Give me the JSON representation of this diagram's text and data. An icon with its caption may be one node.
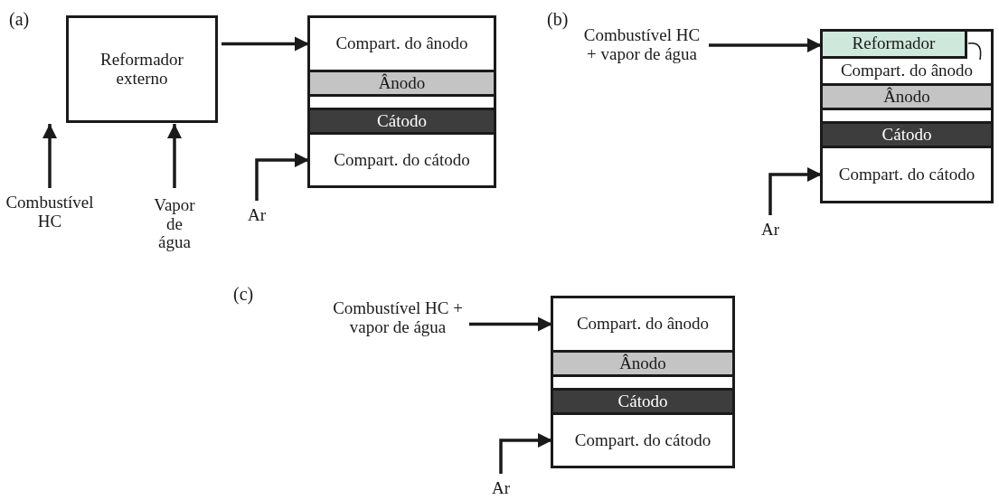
{
  "diagram": {
    "nodes": [
      {
        "text": [
          "Reformador externo"
        ]
      },
      {
        "text": [],
        "shape": "box"
      },
      {
        "text": [
          "Compart. do ânodo"
        ],
        "in": 1
      },
      {
        "text": [
          "Ânodo"
        ],
        "in": 1
      },
      {
        "text": [
          "Cátodo"
        ],
        "in": 1
      },
      {
        "text": [
          "Compart. do cátodo"
        ],
        "in": 1
      },
      {
        "text": [
          "Combustível HC"
        ]
      },
      {
        "text": [
          "Vapor de água"
        ]
      },
      {
        "text": [
          "Ar"
        ]
      },
      {
        "text": [
          "Combustível HC + vapor de água"
        ]
      },
      {
        "text": [],
        "shape": "box"
      },
      {
        "text": [
          "Reformador"
        ],
        "in": 10
      },
      {
        "text": [
          "Compart. do ânodo"
        ],
        "in": 10
      },
      {
        "text": [
          "Ânodo"
        ],
        "in": 10
      },
      {
        "text": [
          "Cátodo"
        ],
        "in": 10
      },
      {
        "text": [
          "Compart. do cátodo"
        ],
        "in": 10
      },
      {
        "text": [
          "Ar"
        ]
      },
      {
        "text": [
          "Combustível HC + vapor de água"
        ]
      },
      {
        "text": [],
        "shape": "box"
      },
      {
        "text": [
          "Compart. do ânodo"
        ],
        "in": 18
      },
      {
        "text": [
          "Ânodo"
        ],
        "in": 18
      },
      {
        "text": [
          "Cátodo"
        ],
        "in": 18
      },
      {
        "text": [
          "Compart. do cátodo"
        ],
        "in": 18
      },
      {
        "text": [
          "Ar"
        ]
      }
    ],
    "edges": [
      {
        "from": 6,
        "to": 0,
        "arrow": "to"
      },
      {
        "from": 7,
        "to": 0,
        "arrow": "to"
      },
      {
        "from": 0,
        "to": 2,
        "arrow": "to"
      },
      {
        "from": 8,
        "to": 5,
        "arrow": "to"
      },
      {
        "from": 9,
        "to": 11,
        "arrow": "to"
      },
      {
        "from": 11,
        "to": 12,
        "arrow": "none"
      },
      {
        "from": 16,
        "to": 15,
        "arrow": "to"
      },
      {
        "from": 17,
        "to": 19,
        "arrow": "to"
      },
      {
        "from": 23,
        "to": 22,
        "arrow": "to"
      }
    ],
    "labels": [
      "(a)",
      "(b)",
      "(c)"
    ]
  }
}
